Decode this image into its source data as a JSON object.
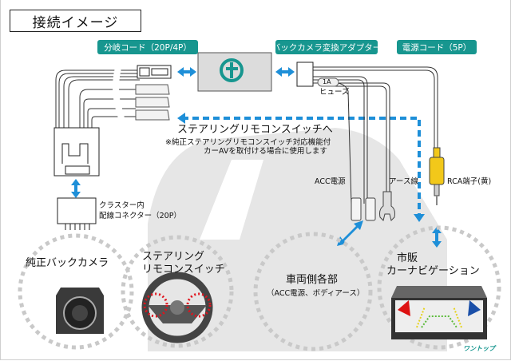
{
  "title": "接続イメージ",
  "callouts": {
    "branch_cord": "分岐コード（20P/4P）",
    "adapter": "バックカメラ変換アダプター",
    "power_cord": "電源コード（5P）"
  },
  "adapter_logo": "One Top",
  "fuse": {
    "value": "1A",
    "label": "ヒューズ"
  },
  "steering_target": "ステアリングリモコンスイッチへ",
  "note_line1": "※純正ステアリングリモコンスイッチ対応機能付",
  "note_line2": "カーAVを取付ける場合に使用します",
  "cluster_label_line1": "クラスター内",
  "cluster_label_line2": "配線コネクター（20P）",
  "acc_label": "ACC電源",
  "earth_label": "アース線",
  "rca_label": "RCA端子(黄)",
  "circles": {
    "camera": "純正バックカメラ",
    "steering_line1": "ステアリング",
    "steering_line2": "リモコンスイッチ",
    "vehicle_line1": "車両側各部",
    "vehicle_line2": "（ACC電源、ボディアース）",
    "navi_line1": "市販",
    "navi_line2": "カーナビゲーション"
  },
  "brand_footer": "ワントップ",
  "colors": {
    "accent": "#17968f",
    "arrow": "#1e8fd8",
    "dotted": "#c9c9c9",
    "car_silhouette": "#e6e6e6",
    "rca_yellow": "#f2c81a",
    "steering_dots": "#e0141e"
  }
}
